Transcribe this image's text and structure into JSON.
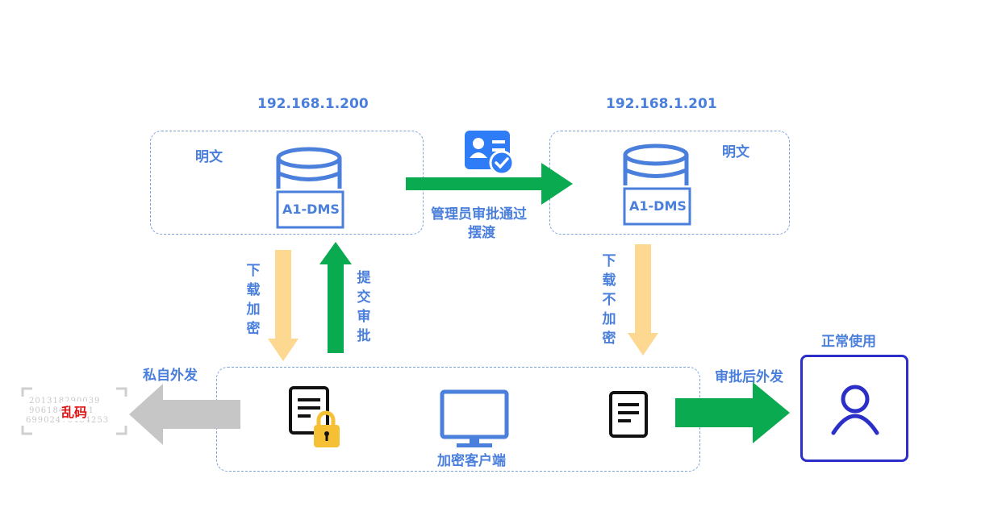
{
  "left_server": {
    "ip": "192.168.1.200",
    "mode": "明文",
    "db_label": "A1-DMS"
  },
  "right_server": {
    "ip": "192.168.1.201",
    "mode": "明文",
    "db_label": "A1-DMS"
  },
  "transfer": {
    "line1": "管理员审批通过",
    "line2": "摆渡"
  },
  "download_encrypt": "下载加密",
  "submit_approval": "提交审批",
  "download_no_encrypt": "下载不加密",
  "private_send": "私自外发",
  "garbled": {
    "label": "乱码",
    "text_lines": [
      "201318290039",
      "90618457411",
      "69902470484253"
    ]
  },
  "client": {
    "label": "加密客户端"
  },
  "approved_send": "审批后外发",
  "normal_use": "正常使用",
  "colors": {
    "text_blue": "#4a7fdc",
    "green": "#0aab50",
    "light_orange": "#fcd891",
    "gray": "#c6c6c6",
    "user_border": "#2b2fc8",
    "red": "#e01010"
  }
}
